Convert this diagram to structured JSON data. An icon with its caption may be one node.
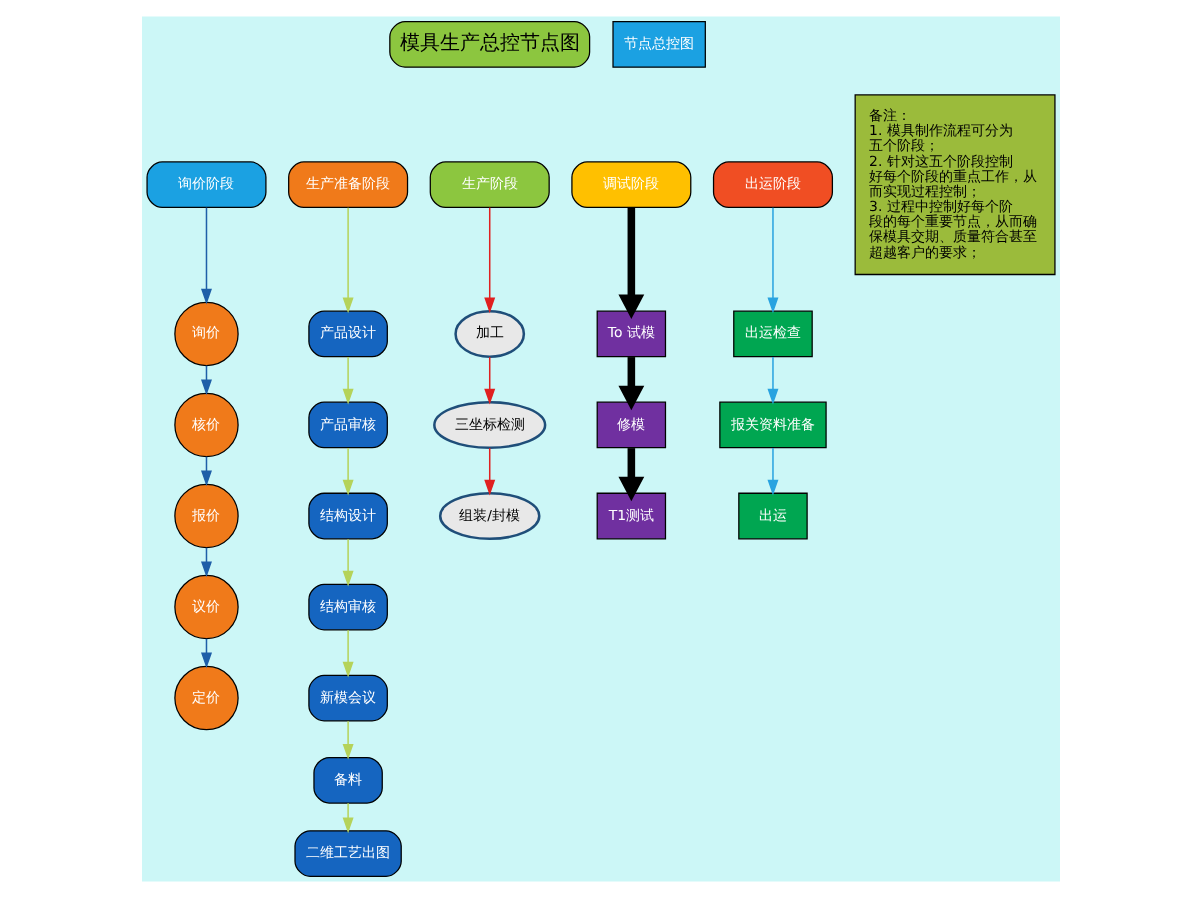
{
  "diagram": {
    "nodes": [
      {
        "text": [
          "模具生产总控节点图"
        ]
      },
      {
        "text": [
          "询价阶段"
        ]
      },
      {
        "text": [
          "生产准备阶段"
        ]
      },
      {
        "text": [
          "生产阶段"
        ]
      },
      {
        "text": [
          "调试阶段"
        ]
      },
      {
        "text": [
          "出运阶段"
        ]
      },
      {
        "text": [
          "询价"
        ]
      },
      {
        "text": [
          "核价"
        ]
      },
      {
        "text": [
          "报价"
        ]
      },
      {
        "text": [
          "议价"
        ]
      },
      {
        "text": [
          "定价"
        ]
      },
      {
        "text": [
          "产品设计"
        ]
      },
      {
        "text": [
          "产品审核"
        ]
      },
      {
        "text": [
          "结构设计"
        ]
      },
      {
        "text": [
          "结构审核"
        ]
      },
      {
        "text": [
          "新模会议"
        ]
      },
      {
        "text": [
          "备料"
        ]
      },
      {
        "text": [
          "二维工艺出图"
        ]
      },
      {
        "text": [
          "加工"
        ]
      },
      {
        "text": [
          "三坐标检测"
        ]
      },
      {
        "text": [
          "组装/封模"
        ]
      },
      {
        "text": [
          "To 试模"
        ]
      },
      {
        "text": [
          "修模"
        ]
      },
      {
        "text": [
          "T1测试"
        ]
      },
      {
        "text": [
          "出运检查"
        ]
      },
      {
        "text": [
          "报关资料准备"
        ]
      },
      {
        "text": [
          "出运"
        ]
      },
      {
        "text": [
          "备注：",
          "1. 模具制作流程可分为五个阶段；",
          "2. 针对这五个阶段控制好每个阶段的重点工作，从而实现过程控制；",
          "3. 过程中控制好每个阶段的每个重要节点，从而确保模具交期、质量符合甚至超越客户的要求；"
        ]
      }
    ],
    "edges": [
      {
        "from": 1,
        "to": 6,
        "arrow": "to",
        "color": "#1f5fa8"
      },
      {
        "from": 6,
        "to": 7,
        "arrow": "to",
        "color": "#1f5fa8"
      },
      {
        "from": 7,
        "to": 8,
        "arrow": "to",
        "color": "#1f5fa8"
      },
      {
        "from": 8,
        "to": 9,
        "arrow": "to",
        "color": "#1f5fa8"
      },
      {
        "from": 9,
        "to": 10,
        "arrow": "to",
        "color": "#1f5fa8"
      },
      {
        "from": 2,
        "to": 11,
        "arrow": "to",
        "color": "#b5d35a"
      },
      {
        "from": 11,
        "to": 12,
        "arrow": "to",
        "color": "#b5d35a"
      },
      {
        "from": 12,
        "to": 13,
        "arrow": "to",
        "color": "#b5d35a"
      },
      {
        "from": 13,
        "to": 14,
        "arrow": "to",
        "color": "#b5d35a"
      },
      {
        "from": 14,
        "to": 15,
        "arrow": "to",
        "color": "#b5d35a"
      },
      {
        "from": 15,
        "to": 16,
        "arrow": "to",
        "color": "#b5d35a"
      },
      {
        "from": 16,
        "to": 17,
        "arrow": "to",
        "color": "#b5d35a"
      },
      {
        "from": 3,
        "to": 18,
        "arrow": "to",
        "color": "#e02020"
      },
      {
        "from": 18,
        "to": 19,
        "arrow": "to",
        "color": "#e02020"
      },
      {
        "from": 19,
        "to": 20,
        "arrow": "to",
        "color": "#e02020"
      },
      {
        "from": 4,
        "to": 21,
        "arrow": "to",
        "style": "thick",
        "color": "#000000"
      },
      {
        "from": 21,
        "to": 22,
        "arrow": "to",
        "style": "thick",
        "color": "#000000"
      },
      {
        "from": 22,
        "to": 23,
        "arrow": "to",
        "style": "thick",
        "color": "#000000"
      },
      {
        "from": 5,
        "to": 24,
        "arrow": "to",
        "color": "#29a3e0"
      },
      {
        "from": 24,
        "to": 25,
        "arrow": "to",
        "color": "#29a3e0"
      },
      {
        "from": 25,
        "to": 26,
        "arrow": "to",
        "color": "#29a3e0"
      }
    ],
    "labels": [
      "节点总控图"
    ]
  }
}
